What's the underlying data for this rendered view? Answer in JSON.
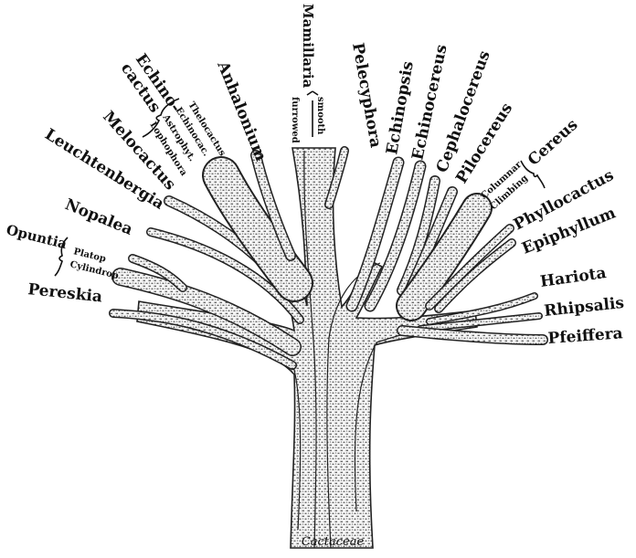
{
  "root_label": "Cactaceae",
  "labels": {
    "mamillaria": "Mamillaria",
    "mamillaria_smooth": "smooth",
    "mamillaria_furrowed": "furrowed",
    "pelecyphora": "Pelecyphora",
    "anhalonium": "Anhalonium",
    "echinocactus_1": "Echino-",
    "echinocactus_2": "cactus",
    "thelocactus": "Thelocactus",
    "echinocac": "Echinocac.",
    "astrophyt": "Astrophyt.",
    "lophophora": "Lophophora",
    "melocactus": "Melocactus",
    "leuchtenbergia": "Leuchtenbergia",
    "nopalea": "Nopalea",
    "opuntia": "Opuntia",
    "platop": "Platop",
    "cylindrop": "Cylindrop",
    "pereskia": "Pereskia",
    "echinopsis": "Echinopsis",
    "echinocereus": "Echinocereus",
    "cephalocereus": "Cephalocereus",
    "pilocereus": "Pilocereus",
    "columnar": "Columnar",
    "climbing": "Climbing",
    "cereus": "Cereus",
    "phyllocactus": "Phyllocactus",
    "epiphyllum": "Epiphyllum",
    "hariota": "Hariota",
    "rhipsalis": "Rhipsalis",
    "pfeiffera": "Pfeiffera"
  }
}
